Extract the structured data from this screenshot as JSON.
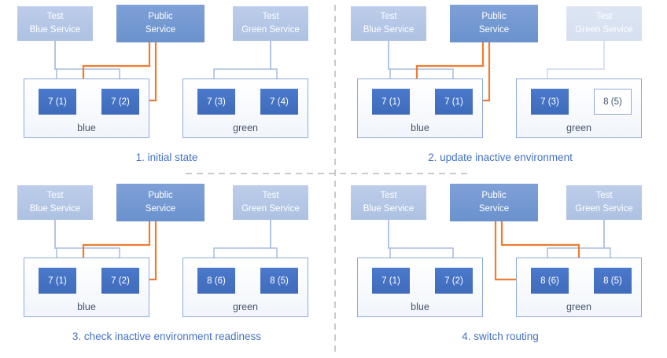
{
  "services": {
    "test_blue": {
      "line1": "Test",
      "line2": "Blue Service"
    },
    "public": {
      "line1": "Public",
      "line2": "Service"
    },
    "test_green": {
      "line1": "Test",
      "line2": "Green Service"
    }
  },
  "panels": [
    {
      "caption": "1. initial state",
      "blue_env": {
        "label": "blue",
        "pods": [
          "7 (1)",
          "7 (2)"
        ]
      },
      "green_env": {
        "label": "green",
        "pods": [
          "7 (3)",
          "7 (4)"
        ]
      }
    },
    {
      "caption": "2. update inactive environment",
      "blue_env": {
        "label": "blue",
        "pods": [
          "7 (1)",
          "7 (1)"
        ]
      },
      "green_env": {
        "label": "green",
        "pods": [
          "7 (3)",
          "8 (5)"
        ]
      }
    },
    {
      "caption": "3. check inactive environment readiness",
      "blue_env": {
        "label": "blue",
        "pods": [
          "7 (1)",
          "7 (2)"
        ]
      },
      "green_env": {
        "label": "green",
        "pods": [
          "8 (6)",
          "8 (5)"
        ]
      }
    },
    {
      "caption": "4. switch routing",
      "blue_env": {
        "label": "blue",
        "pods": [
          "7 (1)",
          "7 (2)"
        ]
      },
      "green_env": {
        "label": "green",
        "pods": [
          "8 (6)",
          "8 (5)"
        ]
      }
    }
  ],
  "colors": {
    "pod_blue": "#4472c4",
    "service_light_blue": "#b4c7e7",
    "public_service_blue": "#6f97d2",
    "environment_border_blue": "#8faadc",
    "routing_orange": "#ed7d31",
    "test_traffic_blue": "#a9bedf",
    "caption_blue": "#4472c4",
    "env_label_gray": "#44546a",
    "divider_gray": "#b8b8b8"
  }
}
